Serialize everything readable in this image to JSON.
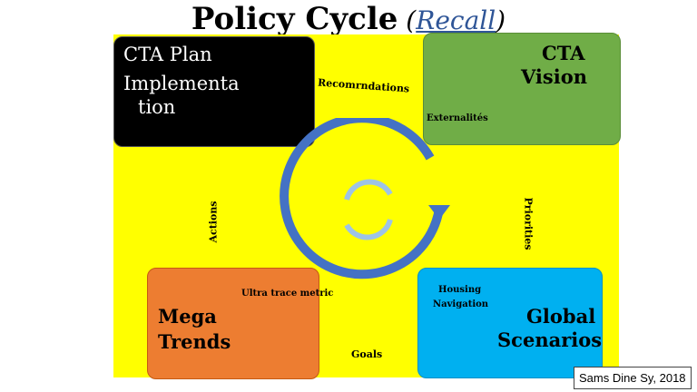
{
  "title": {
    "main": "Policy Cycle",
    "paren_open": " (",
    "link": "Recall",
    "paren_close": ")"
  },
  "boxes": {
    "plan": {
      "line1": "CTA Plan",
      "line2": "Implementa",
      "line3": "tion",
      "color": "#000000"
    },
    "vision": {
      "line1": "CTA",
      "line2": "Vision",
      "color": "#70ad47"
    },
    "mega": {
      "line1": "Mega",
      "line2": "Trends",
      "color": "#ed7d31"
    },
    "global": {
      "line1": "Global",
      "line2": "Scenarios",
      "color": "#00b0f0"
    }
  },
  "labels": {
    "recommendations": "Recomrndations",
    "externalities": "Externalités",
    "ultra": "Ultra trace metric",
    "housing": "Housing",
    "navigation": "Navigation",
    "actions": "Actions",
    "priorities": "Priorities",
    "goals": "Goals"
  },
  "credit": "Sams Dine Sy, 2018",
  "colors": {
    "panel": "#ffff00",
    "cycle_arrow": "#4472c4",
    "inner_arrows": "#9dc3e6",
    "title_link": "#2f5597"
  },
  "icons": {
    "cycle": "circular-arrow-icon",
    "inner": "refresh-icon"
  }
}
